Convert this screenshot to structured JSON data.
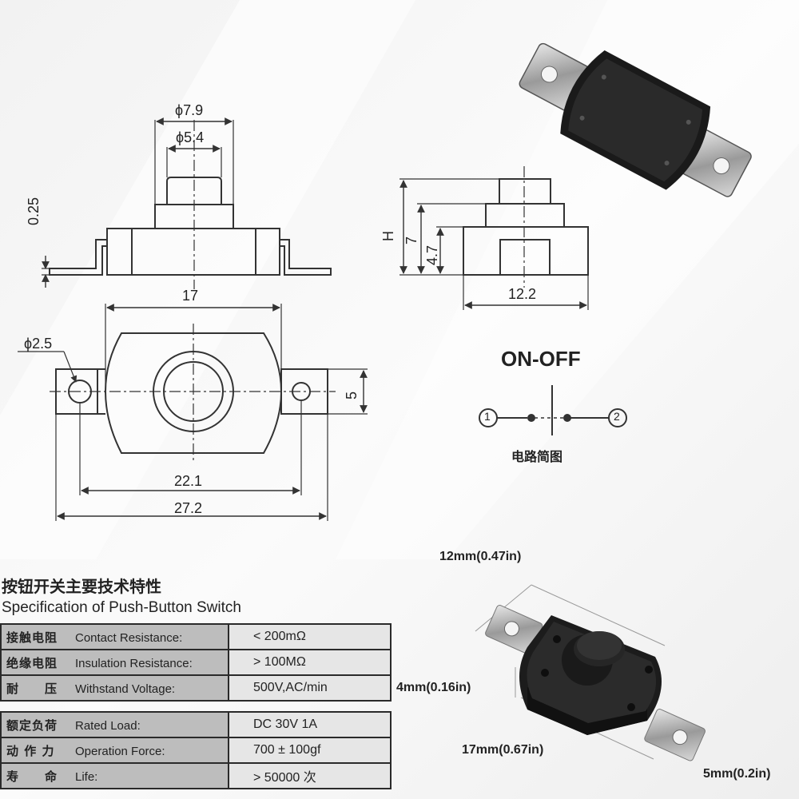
{
  "diagram": {
    "front_view": {
      "outer_dia": "ϕ7.9",
      "inner_dia": "ϕ5.4",
      "lead_thickness": "0.25"
    },
    "side_view": {
      "height_label": "H",
      "height_7": "7",
      "height_4_7": "4.7",
      "width": "12.2"
    },
    "top_view": {
      "body_width": "17",
      "hole_dia": "ϕ2.5",
      "tab_width": "5",
      "hole_spacing": "22.1",
      "overall_length": "27.2"
    },
    "circuit": {
      "title": "ON-OFF",
      "terminal_1": "1",
      "terminal_2": "2",
      "caption": "电路简图"
    }
  },
  "spec": {
    "title_cn": "按钮开关主要技术特性",
    "title_en": "Specification of Push-Button Switch",
    "rows": [
      {
        "cn": "接触电阻",
        "en": "Contact Resistance:",
        "value": "< 200mΩ"
      },
      {
        "cn": "绝缘电阻",
        "en": "Insulation Resistance:",
        "value": "> 100MΩ"
      },
      {
        "cn": "耐　　压",
        "en": "Withstand Voltage:",
        "value": "500V,AC/min"
      },
      {
        "cn": "额定负荷",
        "en": "Rated Load:",
        "value": "DC 30V 1A"
      },
      {
        "cn": "动 作 力",
        "en": "Operation Force:",
        "value": "700 ± 100gf"
      },
      {
        "cn": "寿　　命",
        "en": "Life:",
        "value": "> 50000 次"
      }
    ]
  },
  "photo_dims": {
    "width": "12mm(0.47in)",
    "height": "4mm(0.16in)",
    "length": "17mm(0.67in)",
    "tab": "5mm(0.2in)"
  }
}
